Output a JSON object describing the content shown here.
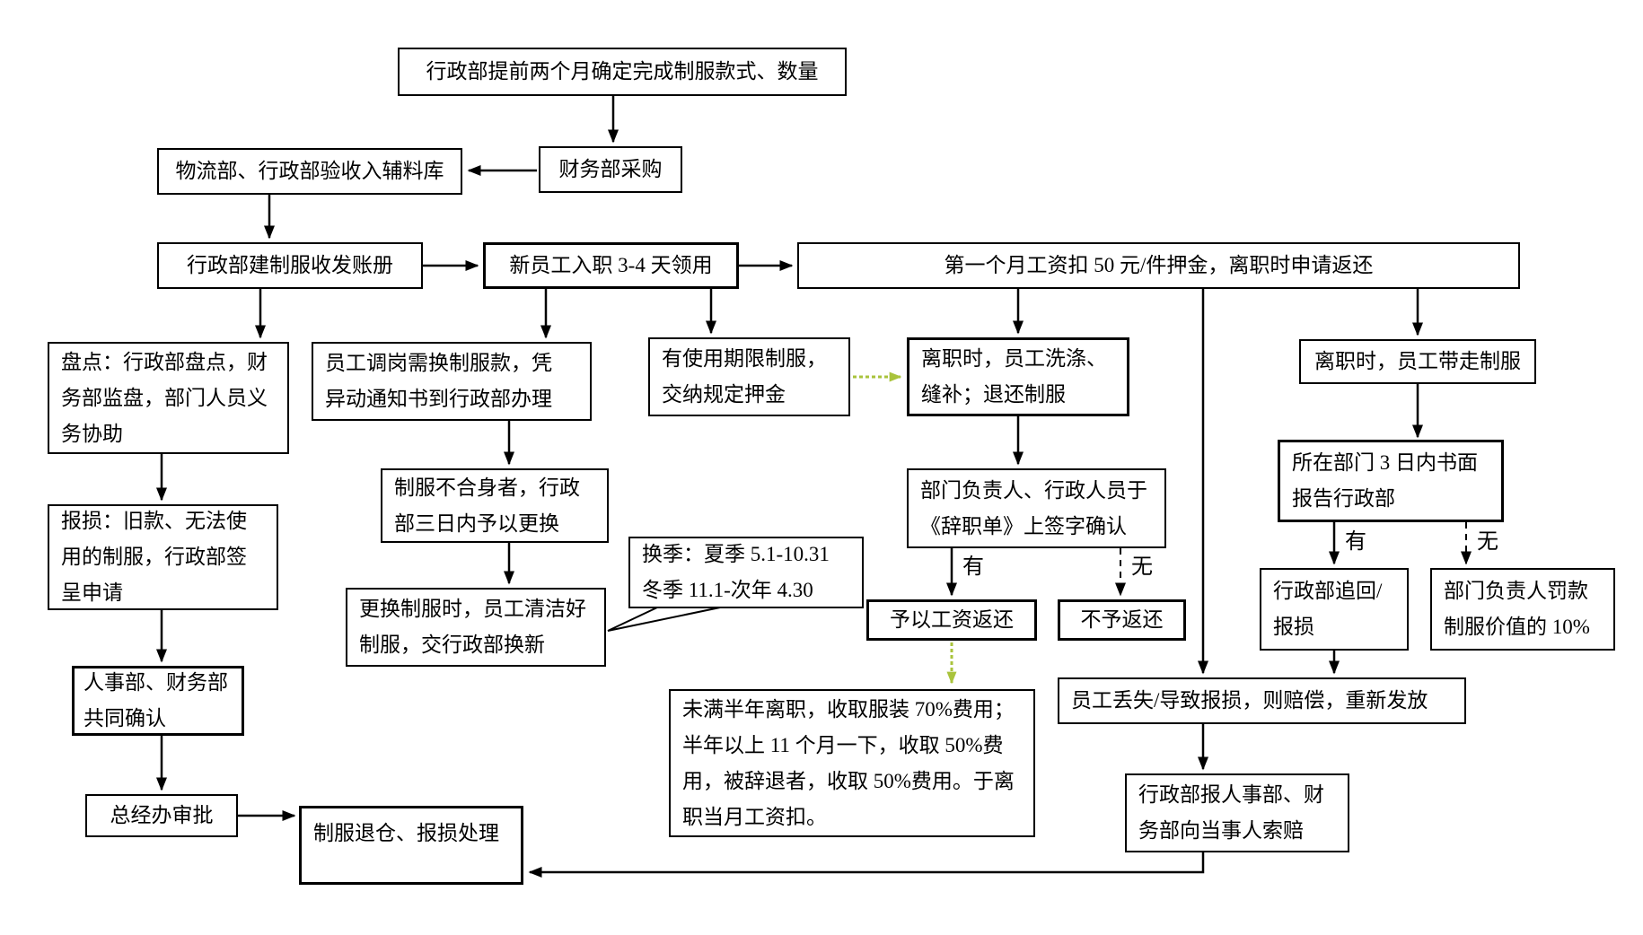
{
  "diagram_type": "flowchart",
  "colors": {
    "line": "#000000",
    "green_arrow": "#a9c33c",
    "box_bg": "#ffffff",
    "text": "#000000"
  },
  "labels": {
    "yes": "有",
    "no": "无"
  },
  "nodes": {
    "confirm": {
      "text": "行政部提前两个月确定完成制服款式、数量"
    },
    "purchase": {
      "text": "财务部采购"
    },
    "inspect": {
      "text": "物流部、行政部验收入辅料库"
    },
    "ledger": {
      "text": "行政部建制服收发账册"
    },
    "newemp": {
      "text": "新员工入职 3-4 天领用"
    },
    "deposit": {
      "text": "第一个月工资扣 50 元/件押金，离职时申请返还"
    },
    "inventory": {
      "text": "盘点：行政部盘点，财\n务部监盘，部门人员义\n务协助"
    },
    "transfer": {
      "text": "员工调岗需换制服款，凭\n异动通知书到行政部办理"
    },
    "limited": {
      "text": "有使用期限制服，\n交纳规定押金"
    },
    "wash": {
      "text": "离职时，员工洗涤、\n缝补；退还制服"
    },
    "takeaway": {
      "text": "离职时，员工带走制服"
    },
    "reportloss": {
      "text": "报损：旧款、无法使\n用的制服，行政部签\n呈申请"
    },
    "unfit": {
      "text": "制服不合身者，行政\n部三日内予以更换"
    },
    "sign": {
      "text": "部门负责人、行政人员于\n《辞职单》上签字确认"
    },
    "report3d": {
      "text": "所在部门 3 日内书面\n报告行政部"
    },
    "callout": {
      "text": "换季：夏季 5.1-10.31\n冬季 11.1-次年 4.30"
    },
    "replace": {
      "text": "更换制服时，员工清洁好\n制服，交行政部换新"
    },
    "refund": {
      "text": "予以工资返还"
    },
    "norefund": {
      "text": "不予返还"
    },
    "recover": {
      "text": "行政部追回/\n报损"
    },
    "fine": {
      "text": "部门负责人罚款\n制服价值的 10%"
    },
    "hr": {
      "text": "人事部、财务部\n共同确认"
    },
    "lost": {
      "text": "员工丢失/导致报损，则赔偿，重新发放"
    },
    "fee": {
      "text": "未满半年离职，收取服装 70%费用；\n半年以上 11 个月一下，收取 50%费\n用，被辞退者，收取 50%费用。于离\n职当月工资扣。"
    },
    "gm": {
      "text": "总经办审批"
    },
    "claim": {
      "text": "行政部报人事部、财\n务部向当事人索赔"
    },
    "uniform_return": {
      "text": "制服退仓、报损处理"
    }
  },
  "edges": [
    {
      "from": "confirm",
      "to": "purchase",
      "style": "solid"
    },
    {
      "from": "purchase",
      "to": "inspect",
      "style": "solid"
    },
    {
      "from": "inspect",
      "to": "ledger",
      "style": "solid"
    },
    {
      "from": "ledger",
      "to": "newemp",
      "style": "solid"
    },
    {
      "from": "newemp",
      "to": "deposit",
      "style": "solid"
    },
    {
      "from": "ledger",
      "to": "inventory",
      "style": "solid"
    },
    {
      "from": "newemp",
      "to": "transfer",
      "style": "solid"
    },
    {
      "from": "newemp",
      "to": "limited",
      "style": "solid"
    },
    {
      "from": "deposit",
      "to": "wash",
      "style": "solid"
    },
    {
      "from": "deposit",
      "to": "takeaway",
      "style": "solid"
    },
    {
      "from": "deposit",
      "to": "lost",
      "style": "solid"
    },
    {
      "from": "inventory",
      "to": "reportloss",
      "style": "solid"
    },
    {
      "from": "reportloss",
      "to": "hr",
      "style": "solid"
    },
    {
      "from": "hr",
      "to": "gm",
      "style": "solid"
    },
    {
      "from": "gm",
      "to": "uniform_return",
      "style": "solid"
    },
    {
      "from": "transfer",
      "to": "unfit",
      "style": "solid"
    },
    {
      "from": "unfit",
      "to": "replace",
      "style": "solid"
    },
    {
      "from": "callout",
      "to": "replace",
      "style": "callout-tail"
    },
    {
      "from": "limited",
      "to": "wash",
      "style": "green-dashed"
    },
    {
      "from": "wash",
      "to": "sign",
      "style": "solid"
    },
    {
      "from": "sign",
      "to": "refund",
      "style": "solid",
      "label": "有"
    },
    {
      "from": "sign",
      "to": "norefund",
      "style": "dashed",
      "label": "无"
    },
    {
      "from": "refund",
      "to": "fee",
      "style": "green-dashed"
    },
    {
      "from": "takeaway",
      "to": "report3d",
      "style": "solid"
    },
    {
      "from": "report3d",
      "to": "recover",
      "style": "solid",
      "label": "有"
    },
    {
      "from": "report3d",
      "to": "fine",
      "style": "dashed",
      "label": "无"
    },
    {
      "from": "recover",
      "to": "lost",
      "style": "solid"
    },
    {
      "from": "lost",
      "to": "claim",
      "style": "solid"
    },
    {
      "from": "claim",
      "to": "uniform_return",
      "style": "solid"
    }
  ]
}
